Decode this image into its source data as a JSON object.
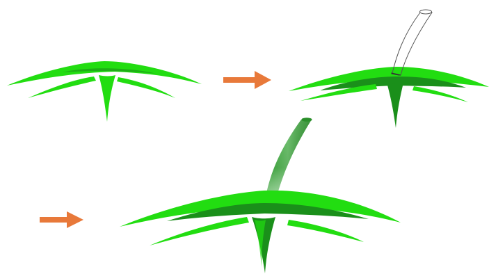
{
  "colors": {
    "background": "#ffffff",
    "leaf_light": "#22dd11",
    "leaf_dark": "#1a8f1a",
    "leaf_highlight": "#33ee22",
    "stem_green": "#3aa53a",
    "stem_outline": "#555555",
    "arrow": "#e8793a"
  },
  "steps": [
    {
      "name": "plain-leaf",
      "stem": "none"
    },
    {
      "name": "leaf-with-outlined-stem",
      "stem": "outline"
    },
    {
      "name": "leaf-with-green-stem",
      "stem": "filled"
    }
  ],
  "icons": [
    "arrow-right-icon",
    "arrow-right-icon"
  ]
}
